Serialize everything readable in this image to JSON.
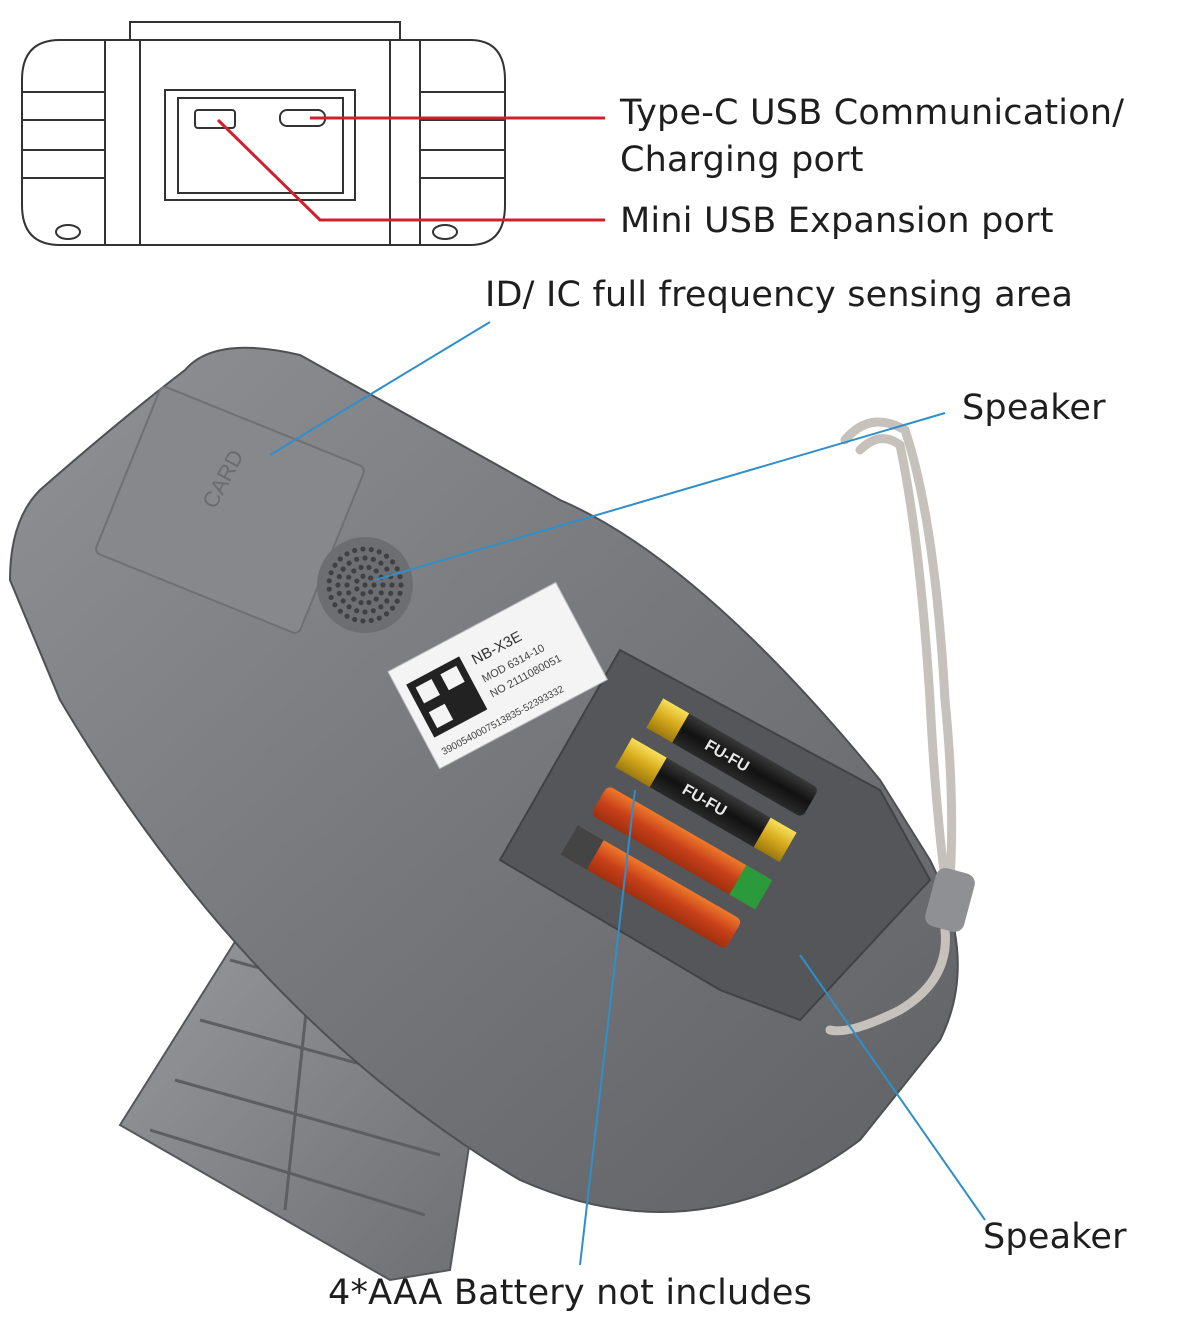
{
  "labels": {
    "typec_line1": "Type-C USB Communication/",
    "typec_line2": "Charging port",
    "mini_usb": "Mini USB Expansion port",
    "sensing_area": "ID/ IC full frequency sensing area",
    "speaker_top": "Speaker",
    "speaker_bottom": "Speaker",
    "battery": "4*AAA Battery not includes"
  },
  "device_sticker": {
    "model": "NB-X3E",
    "mod": "MOD 6314-10",
    "serial": "NO 2111080051",
    "code": "3900540007513835-52393332"
  },
  "battery_brand": "FU-FU",
  "card_text": "CARD",
  "colors": {
    "usb_leader": "#d02030",
    "callout_leader": "#2f8fc8",
    "device_body": "#7a7c80",
    "lid": "#8a8c90",
    "strap": "#c6c2bb"
  }
}
